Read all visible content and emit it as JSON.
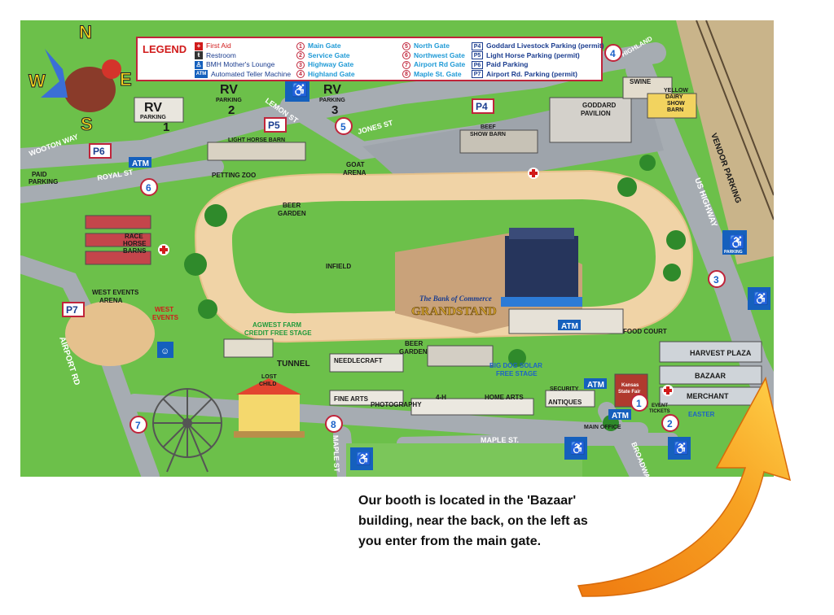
{
  "compass": {
    "n": "N",
    "s": "S",
    "e": "E",
    "w": "W"
  },
  "legend": {
    "title": "LEGEND",
    "col1": [
      "First Aid",
      "Restroom",
      "BMH Mother's Lounge",
      "Automated Teller Machine"
    ],
    "col1_icons": [
      "first-aid-icon",
      "restroom-icon",
      "mothers-lounge-icon",
      "atm-icon"
    ],
    "col1_glyph_atm": "ATM",
    "col2": [
      {
        "num": "1",
        "label": "Main Gate"
      },
      {
        "num": "2",
        "label": "Service Gate"
      },
      {
        "num": "3",
        "label": "Highway Gate"
      },
      {
        "num": "4",
        "label": "Highland Gate"
      }
    ],
    "col3": [
      {
        "num": "5",
        "label": "North Gate"
      },
      {
        "num": "6",
        "label": "Northwest Gate"
      },
      {
        "num": "7",
        "label": "Airport Rd Gate"
      },
      {
        "num": "8",
        "label": "Maple St. Gate"
      }
    ],
    "col4": [
      {
        "code": "P4",
        "label": "Goddard Livestock Parking (permit)"
      },
      {
        "code": "P5",
        "label": "Light Horse Parking (permit)"
      },
      {
        "code": "P6",
        "label": "Paid Parking"
      },
      {
        "code": "P7",
        "label": "Airport Rd. Parking (permit)"
      }
    ]
  },
  "streets": {
    "wooton": "WOOTON WAY",
    "royal": "ROYAL ST",
    "lemon": "LEMON ST",
    "jones": "JONES ST",
    "highland": "HIGHLAND",
    "vendor": "VENDOR PARKING",
    "us_highway": "US HIGHWAY",
    "airport": "AIRPORT RD",
    "maple_st_v": "MAPLE ST",
    "maple_st_h": "MAPLE ST.",
    "broadway": "BROADWAY"
  },
  "parking_codes": {
    "p4": "P4",
    "p5": "P5",
    "p6": "P6",
    "p7": "P7"
  },
  "rv": {
    "rv1": {
      "top": "RV",
      "mid": "PARKING",
      "num": "1"
    },
    "rv2": {
      "top": "RV",
      "mid": "PARKING",
      "num": "2"
    },
    "rv3": {
      "top": "RV",
      "mid": "PARKING",
      "num": "3"
    }
  },
  "parking_label": "PARKING",
  "paid_parking": [
    "PAID",
    "PARKING"
  ],
  "gates": [
    "1",
    "2",
    "3",
    "4",
    "5",
    "6",
    "7",
    "8"
  ],
  "atm": "ATM",
  "places": {
    "light_horse_barn": "LIGHT HORSE BARN",
    "petting_zoo": "PETTING ZOO",
    "goat_arena": [
      "GOAT",
      "ARENA"
    ],
    "beef_show_barn": [
      "BEEF",
      "SHOW BARN"
    ],
    "goddard_pavilion": [
      "GODDARD",
      "PAVILION"
    ],
    "swine": "SWINE",
    "yellow_dairy": [
      "YELLOW",
      "DAIRY",
      "SHOW",
      "BARN"
    ],
    "beer_garden_top": [
      "BEER",
      "GARDEN"
    ],
    "race_horse_barns": [
      "RACE",
      "HORSE",
      "BARNS"
    ],
    "infield": "INFIELD",
    "west_events_arena": [
      "WEST EVENTS",
      "ARENA"
    ],
    "west_events": [
      "WEST",
      "EVENTS"
    ],
    "agwest": [
      "AGWEST FARM",
      "CREDIT FREE STAGE"
    ],
    "grandstand_small": "The Bank of Commerce",
    "grandstand": "GRANDSTAND",
    "tunnel": "TUNNEL",
    "needlecraft": "NEEDLECRAFT",
    "beer_garden_bottom": [
      "BEER",
      "GARDEN"
    ],
    "big_dog": [
      "BIG DOG SOLAR",
      "FREE STAGE"
    ],
    "lost_child": [
      "LOST",
      "CHILD"
    ],
    "fine_arts": "FINE ARTS",
    "photography": "PHOTOGRAPHY",
    "four_h": "4-H",
    "home_arts": "HOME ARTS",
    "food_court": "FOOD COURT",
    "harvest_plaza": "HARVEST PLAZA",
    "bazaar": "BAZAAR",
    "merchant": "MERCHANT",
    "security": "SECURITY",
    "antiques": "ANTIQUES",
    "event_tickets": [
      "EVENT",
      "TICKETS"
    ],
    "main_office": "MAIN OFFICE",
    "state_fair": [
      "Kansas",
      "State Fair"
    ],
    "easter": "EASTER"
  },
  "note": {
    "line1": "Our booth is located in the 'Bazaar'",
    "line2": "building, near the back, on the left as",
    "line3": "you enter from the main gate."
  },
  "colors": {
    "grass": "#6cc04a",
    "grass_dark": "#4fa536",
    "road": "#a6acb2",
    "track": "#f0d3a6",
    "gate_red": "#c0243a",
    "gate_blue": "#1b62c9",
    "parking_blue": "#1560bd",
    "arrow_orange": "#f39a1a",
    "arrow_yellow": "#ffd24a"
  }
}
